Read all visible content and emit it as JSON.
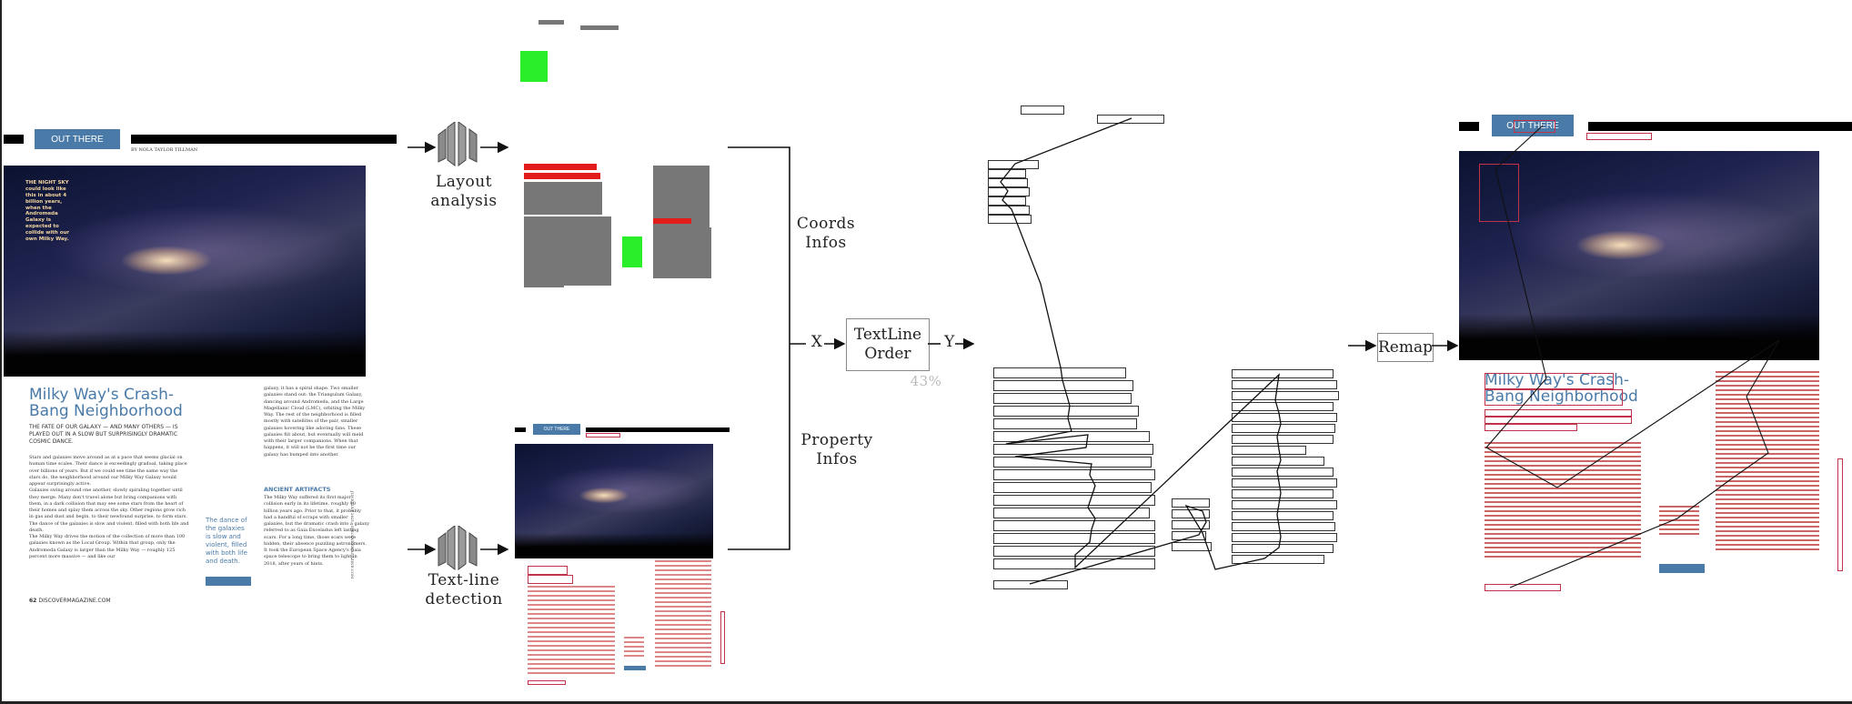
{
  "labels": {
    "layout_analysis": "Layout\nanalysis",
    "textline_detection": "Text-line\ndetection",
    "coords_infos": "Coords\nInfos",
    "property_infos": "Property\nInfos",
    "textline_order": "TextLine\nOrder",
    "x": "X",
    "y": "Y",
    "percent": "43%",
    "remap": "Remap"
  },
  "page": {
    "tag": "OUT THERE",
    "byline": "BY NOLA TAYLOR TILLMAN",
    "caption": "THE NIGHT SKY could look like this in about 4 billion years, when the Andromeda Galaxy is expected to collide with our own Milky Way.",
    "headline": "Milky Way's Crash-\nBang Neighborhood",
    "deck": "THE FATE OF OUR GALAXY — AND MANY OTHERS — IS PLAYED OUT IN A SLOW BUT SURPRISINGLY DRAMATIC COSMIC DANCE.",
    "body1": "Stars and galaxies move around as at a pace that seems glacial on human time scales. Their dance is exceedingly gradual, taking place over billions of years. But if we could see time the same way the stars do, the neighborhood around our Milky Way Galaxy would appear surprisingly active.\nGalaxies swing around one another, slowly spiraling together until they merge. Many don't travel alone but bring companions with them, in a dark collision that may see some stars from the heart of their homes and splay them across the sky. Other regions grow rich in gas and dust and begin, to their newfound surprise, to form stars. The dance of the galaxies is slow and violent, filled with both life and death.\nThe Milky Way drives the motion of the collection of more than 100 galaxies known as the Local Group. Within that group, only the Andromeda Galaxy is larger than the Milky Way — roughly 125 percent more massive — and like our",
    "pullquote": "The dance of the galaxies is slow and violent, filled with both life and death.",
    "body2": "galaxy, it has a spiral shape. Two smaller galaxies stand out: the Triangulum Galaxy, dancing around Andromeda, and the Large Magellanic Cloud (LMC), orbiting the Milky Way. The rest of the neighborhood is filled mostly with satellites of the pair, smaller galaxies hovering like adoring fans. These galaxies flit about, but eventually will meld with their larger companions. When that happens, it will not be the first time our galaxy has bumped into another.",
    "subhead": "ANCIENT ARTIFACTS",
    "body3": "The Milky Way suffered its first major collision early in its lifetime, roughly 10 billion years ago. Prior to that, it probably had a handful of scraps with smaller galaxies, but the dramatic crash into a galaxy referred to as Gaia Enceladus left lasting scars. For a long time, those scars were hidden, their absence puzzling astronomers. It took the European Space Agency's Gaia space telescope to bring them to light in 2018, after years of hints.",
    "folio": "62",
    "footer": "DISCOVERMAGAZINE.COM",
    "side_credit": "JUNE/JULY 2021 · DISCOVERMAGAZINE.COM"
  },
  "colors": {
    "accent": "#4a7aa8",
    "detection": "#c0334b",
    "layout_red": "#e21b1b",
    "layout_green": "#2aee2a",
    "layout_gray": "#777777"
  }
}
